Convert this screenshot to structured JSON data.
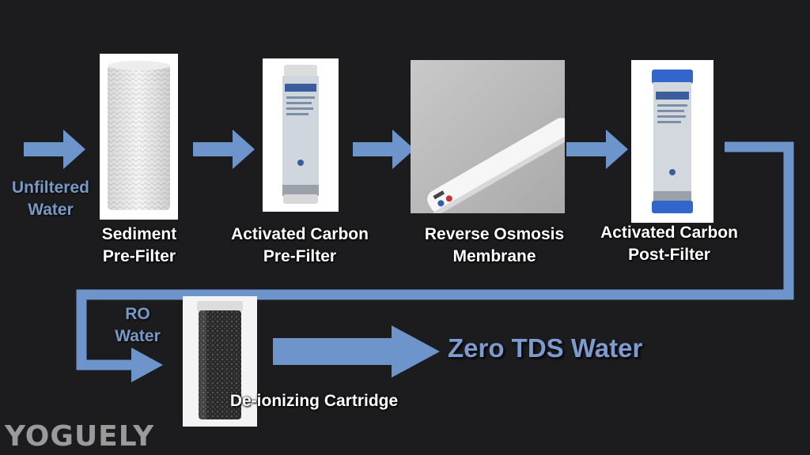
{
  "input": {
    "line1": "Unfiltered",
    "line2": "Water"
  },
  "stages": [
    {
      "line1": "Sediment",
      "line2": "Pre-Filter"
    },
    {
      "line1": "Activated Carbon",
      "line2": "Pre-Filter"
    },
    {
      "line1": "Reverse Osmosis",
      "line2": "Membrane"
    },
    {
      "line1": "Activated Carbon",
      "line2": "Post-Filter"
    }
  ],
  "ro_water": {
    "line1": "RO",
    "line2": "Water"
  },
  "deionizer": {
    "label": "De-ionizing Cartridge"
  },
  "output": {
    "label": "Zero TDS Water"
  },
  "brand": {
    "text": "YOGUELY"
  },
  "colors": {
    "arrow": "#6e94cc",
    "background": "#1c1c1e",
    "output_text": "#7e9bd0"
  }
}
